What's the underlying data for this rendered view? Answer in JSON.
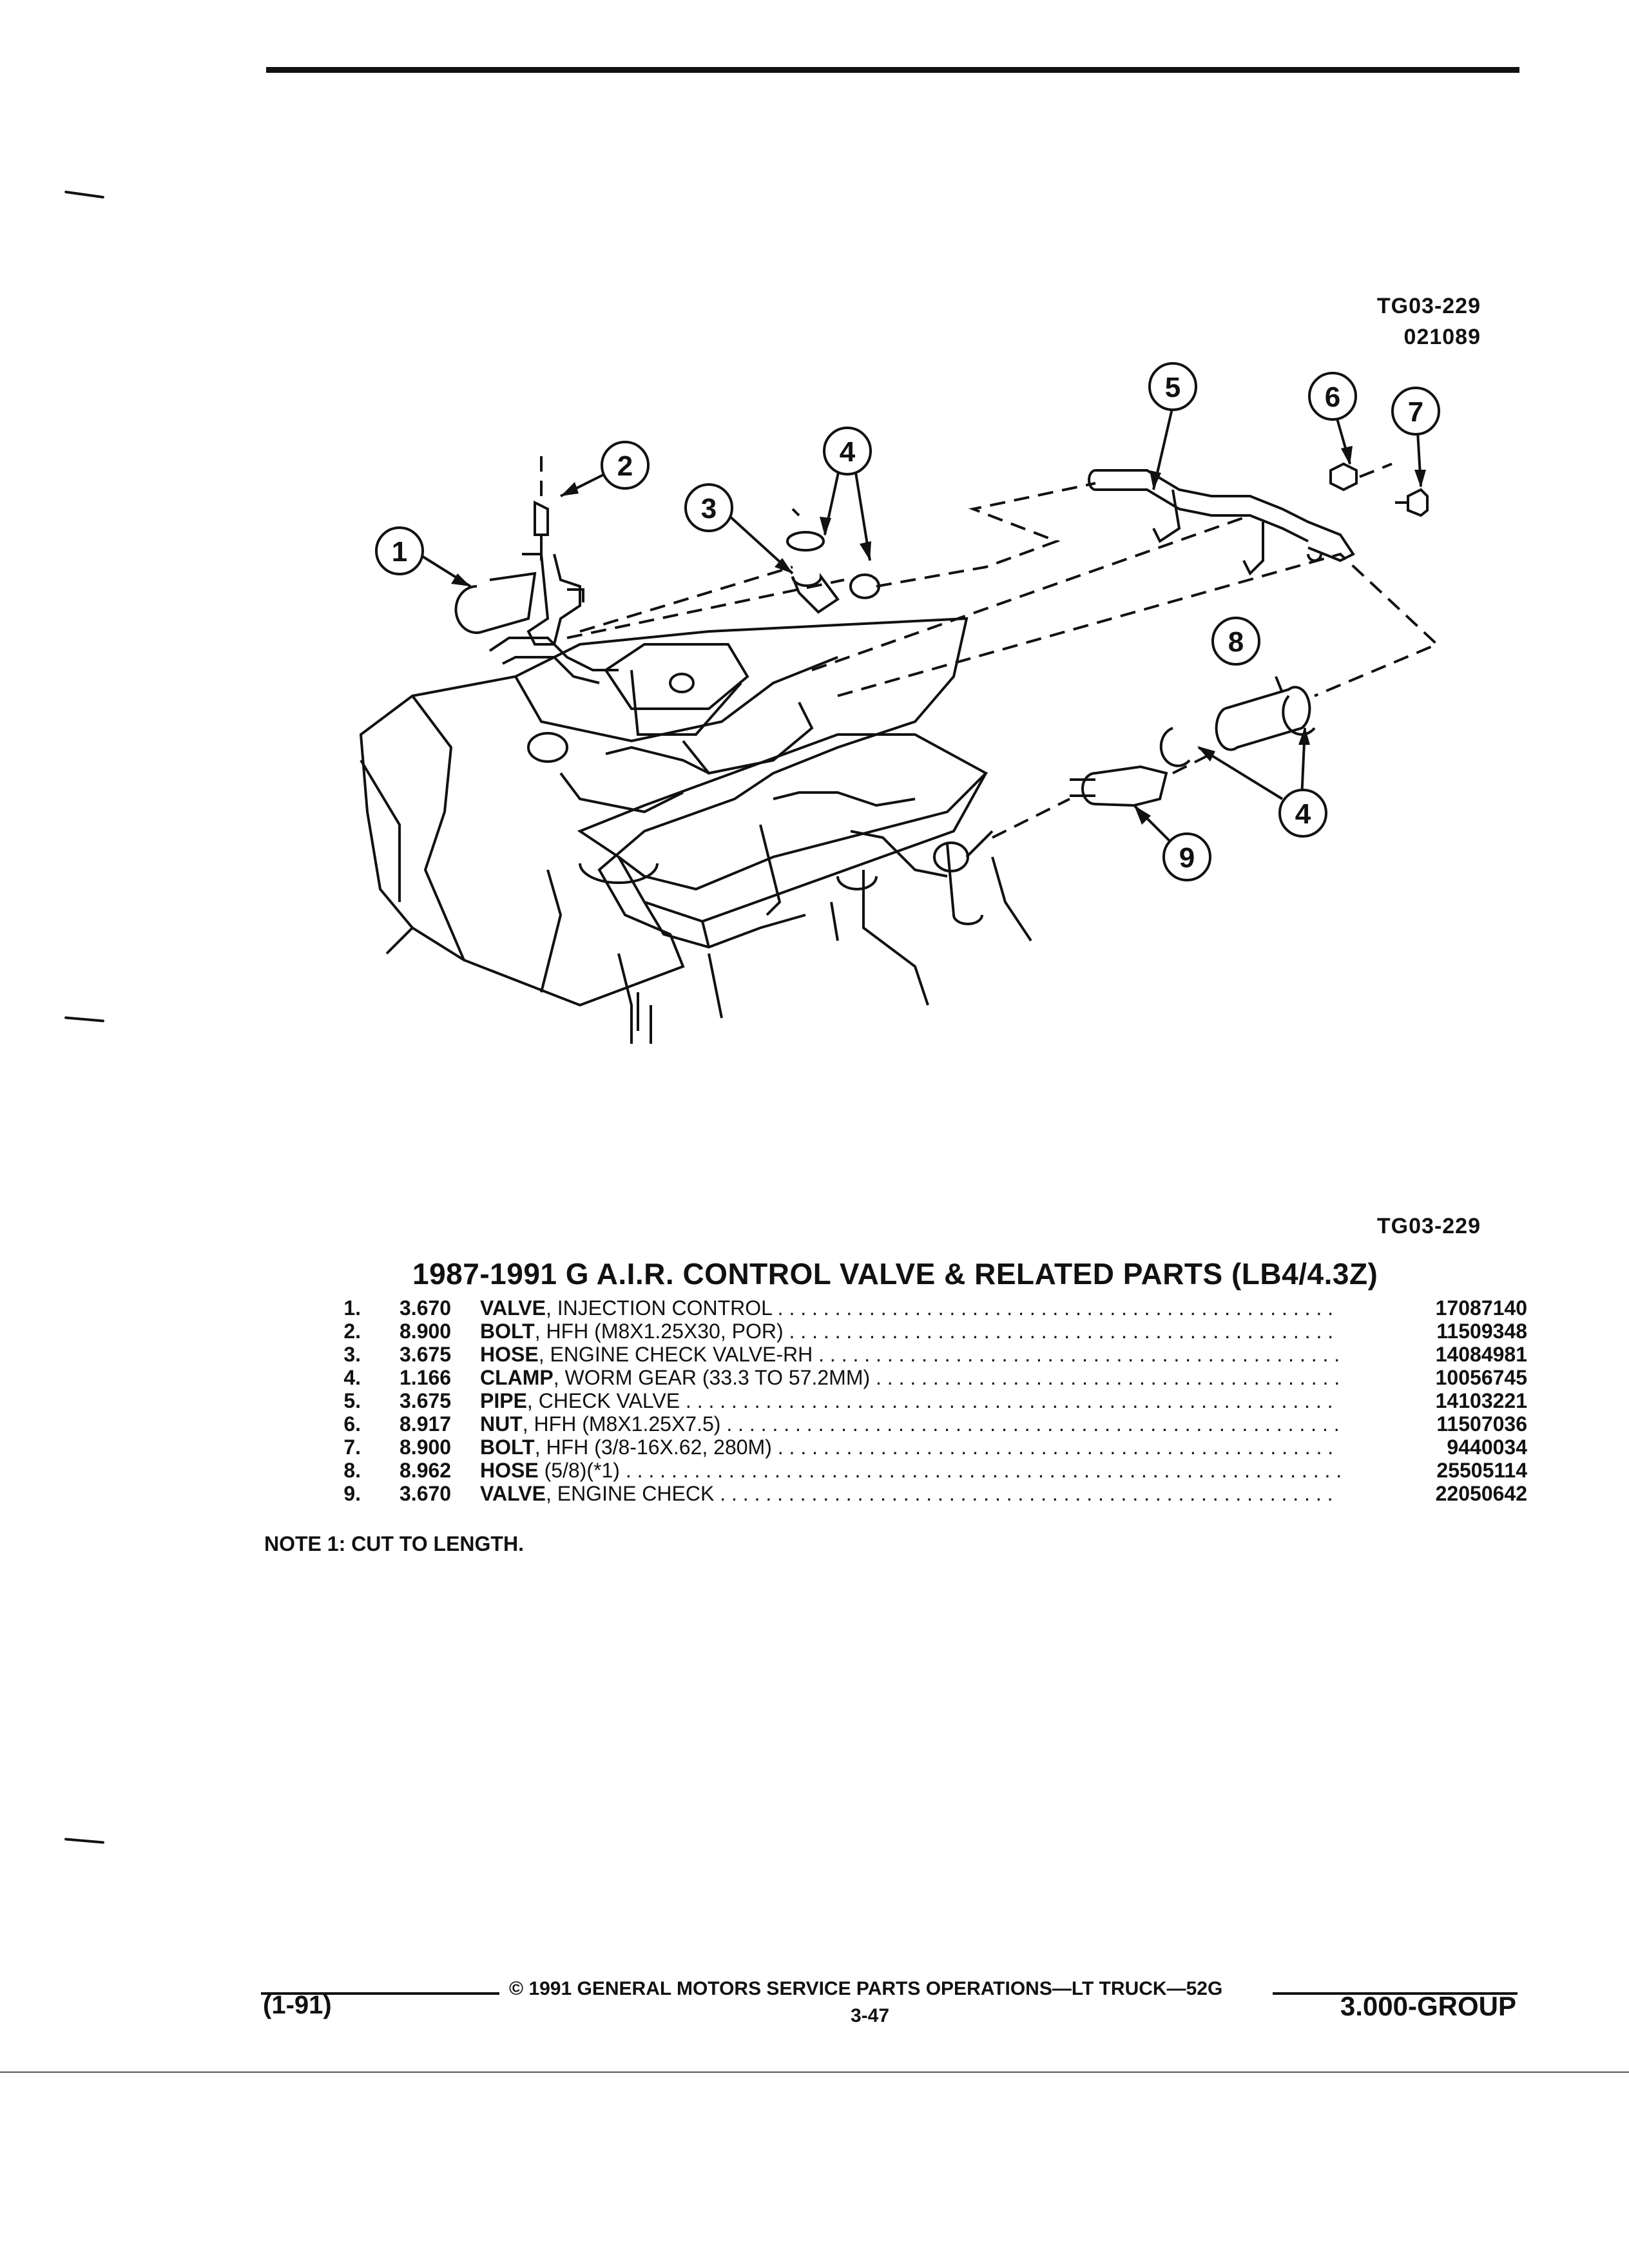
{
  "figure": {
    "code_top": "TG03-229",
    "date_top": "021089",
    "code_bottom": "TG03-229"
  },
  "callouts": [
    "1",
    "2",
    "3",
    "4",
    "5",
    "6",
    "7",
    "8",
    "4",
    "9"
  ],
  "section_title": "1987-1991 G A.I.R. CONTROL VALVE & RELATED PARTS (LB4/4.3Z)",
  "parts": [
    {
      "num": "1.",
      "code": "3.670",
      "name": "VALVE",
      "detail": ", INJECTION CONTROL",
      "part_no": "17087140"
    },
    {
      "num": "2.",
      "code": "8.900",
      "name": "BOLT",
      "detail": ", HFH (M8X1.25X30, POR)",
      "part_no": "11509348"
    },
    {
      "num": "3.",
      "code": "3.675",
      "name": "HOSE",
      "detail": ", ENGINE CHECK VALVE-RH",
      "part_no": "14084981"
    },
    {
      "num": "4.",
      "code": "1.166",
      "name": "CLAMP",
      "detail": ", WORM GEAR (33.3 TO 57.2MM)",
      "part_no": "10056745"
    },
    {
      "num": "5.",
      "code": "3.675",
      "name": "PIPE",
      "detail": ", CHECK VALVE",
      "part_no": "14103221"
    },
    {
      "num": "6.",
      "code": "8.917",
      "name": "NUT",
      "detail": ", HFH (M8X1.25X7.5)",
      "part_no": "11507036"
    },
    {
      "num": "7.",
      "code": "8.900",
      "name": "BOLT",
      "detail": ", HFH (3/8-16X.62, 280M)",
      "part_no": "9440034"
    },
    {
      "num": "8.",
      "code": "8.962",
      "name": "HOSE",
      "detail": " (5/8)(*1)",
      "part_no": "25505114"
    },
    {
      "num": "9.",
      "code": "3.670",
      "name": "VALVE",
      "detail": ", ENGINE CHECK",
      "part_no": "22050642"
    }
  ],
  "note": "NOTE  1:  CUT TO LENGTH.",
  "footer": {
    "date": "(1-91)",
    "copyright": "©  1991  GENERAL MOTORS SERVICE PARTS OPERATIONS—LT TRUCK—52G",
    "page": "3-47",
    "group": "3.000-GROUP"
  }
}
